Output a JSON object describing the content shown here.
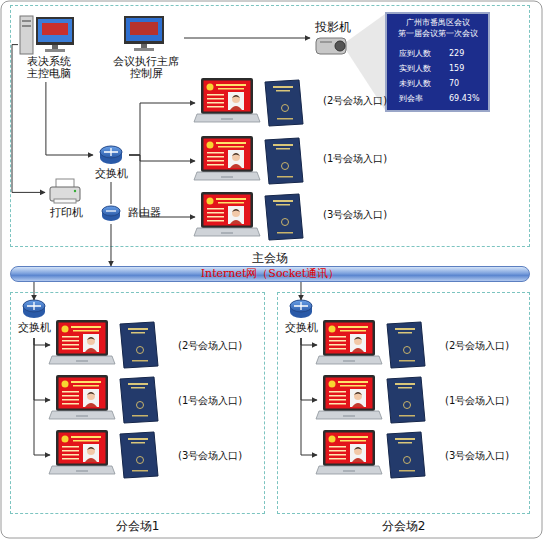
{
  "diagram": {
    "nodes": [
      {
        "text": [
          "主会场"
        ]
      },
      {
        "text": [
          "表决系统 主控电脑"
        ],
        "in": 0
      },
      {
        "text": [
          "会议执行主席 控制屏"
        ],
        "in": 0
      },
      {
        "text": [
          "投影机"
        ],
        "in": 0
      },
      {
        "text": [
          "广州市番禺区会议",
          "第一届会议第一次会议",
          "应到人数",
          "229",
          "实到人数",
          "159",
          "未到人数",
          "70",
          "到会率",
          "69.43%"
        ],
        "in": 0
      },
      {
        "text": [
          "交换机"
        ],
        "in": 0
      },
      {
        "text": [
          "(2号会场入口)"
        ],
        "in": 0
      },
      {
        "text": [
          "(1号会场入口)"
        ],
        "in": 0
      },
      {
        "text": [
          "(3号会场入口)"
        ],
        "in": 0
      },
      {
        "text": [
          "打印机"
        ],
        "in": 0
      },
      {
        "text": [
          "路由器"
        ],
        "in": 0
      },
      {
        "text": [
          "Internet网（Socket通讯）"
        ]
      },
      {
        "text": [
          "分会场1"
        ]
      },
      {
        "text": [
          "交换机"
        ],
        "in": 12
      },
      {
        "text": [
          "(2号会场入口)"
        ],
        "in": 12
      },
      {
        "text": [
          "(1号会场入口)"
        ],
        "in": 12
      },
      {
        "text": [
          "(3号会场入口)"
        ],
        "in": 12
      },
      {
        "text": [
          "分会场2"
        ]
      },
      {
        "text": [
          "交换机"
        ],
        "in": 17
      },
      {
        "text": [
          "(2号会场入口)"
        ],
        "in": 17
      },
      {
        "text": [
          "(1号会场入口)"
        ],
        "in": 17
      },
      {
        "text": [
          "(3号会场入口)"
        ],
        "in": 17
      }
    ],
    "edges": [
      {
        "from": 1,
        "to": 5,
        "arrow": "to"
      },
      {
        "from": 1,
        "to": 9,
        "arrow": "to"
      },
      {
        "from": 2,
        "to": 3,
        "arrow": "to"
      },
      {
        "from": 5,
        "to": 6,
        "arrow": "to"
      },
      {
        "from": 5,
        "to": 7,
        "arrow": "to"
      },
      {
        "from": 5,
        "to": 8,
        "arrow": "to"
      },
      {
        "from": 5,
        "to": 10,
        "arrow": "none"
      },
      {
        "from": 10,
        "to": 11,
        "arrow": "to"
      },
      {
        "from": 11,
        "to": 13,
        "arrow": "to"
      },
      {
        "from": 11,
        "to": 18,
        "arrow": "to"
      },
      {
        "from": 13,
        "to": 14,
        "arrow": "to"
      },
      {
        "from": 13,
        "to": 15,
        "arrow": "to"
      },
      {
        "from": 13,
        "to": 16,
        "arrow": "to"
      },
      {
        "from": 18,
        "to": 19,
        "arrow": "to"
      },
      {
        "from": 18,
        "to": 20,
        "arrow": "to"
      },
      {
        "from": 18,
        "to": 21,
        "arrow": "to"
      }
    ]
  }
}
